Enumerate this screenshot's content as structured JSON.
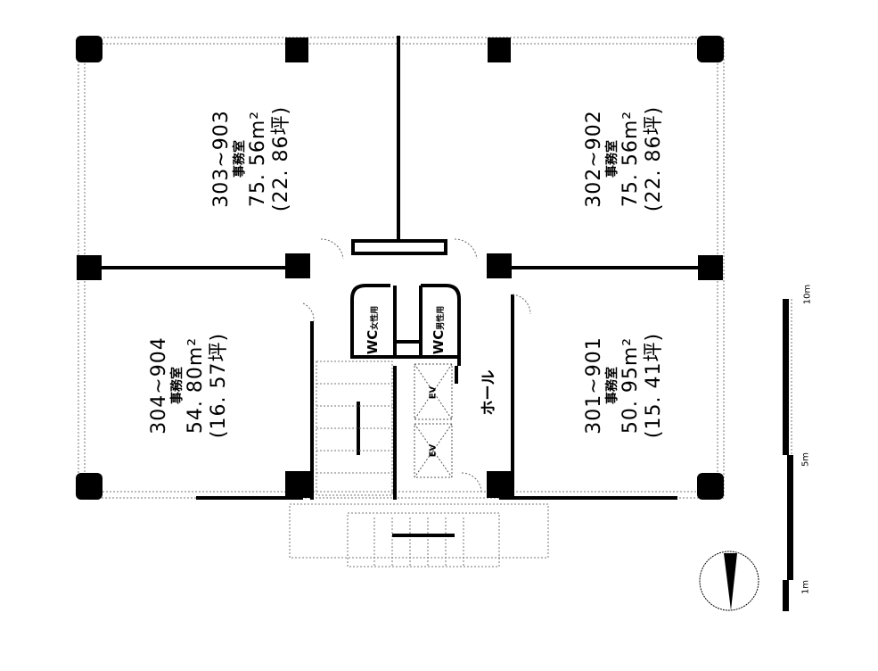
{
  "rooms": {
    "top_left": {
      "number": "303~903",
      "use": "事務室",
      "area_m2": "75. 56m²",
      "area_tsubo": "(22. 86坪)"
    },
    "top_right": {
      "number": "302~902",
      "use": "事務室",
      "area_m2": "75. 56m²",
      "area_tsubo": "(22. 86坪)"
    },
    "bottom_left": {
      "number": "304~904",
      "use": "事務室",
      "area_m2": "54. 80m²",
      "area_tsubo": "(16. 57坪)"
    },
    "bottom_right": {
      "number": "301~901",
      "use": "事務室",
      "area_m2": "50. 95m²",
      "area_tsubo": "(15. 41坪)"
    }
  },
  "core": {
    "wc_women": {
      "label": "WC",
      "sub": "女性用"
    },
    "wc_men": {
      "label": "WC",
      "sub": "男性用"
    },
    "elevator_1": "EV",
    "elevator_2": "EV",
    "hall": "ホール"
  },
  "scale": {
    "labels": [
      "10m",
      "5m",
      "1m"
    ]
  }
}
